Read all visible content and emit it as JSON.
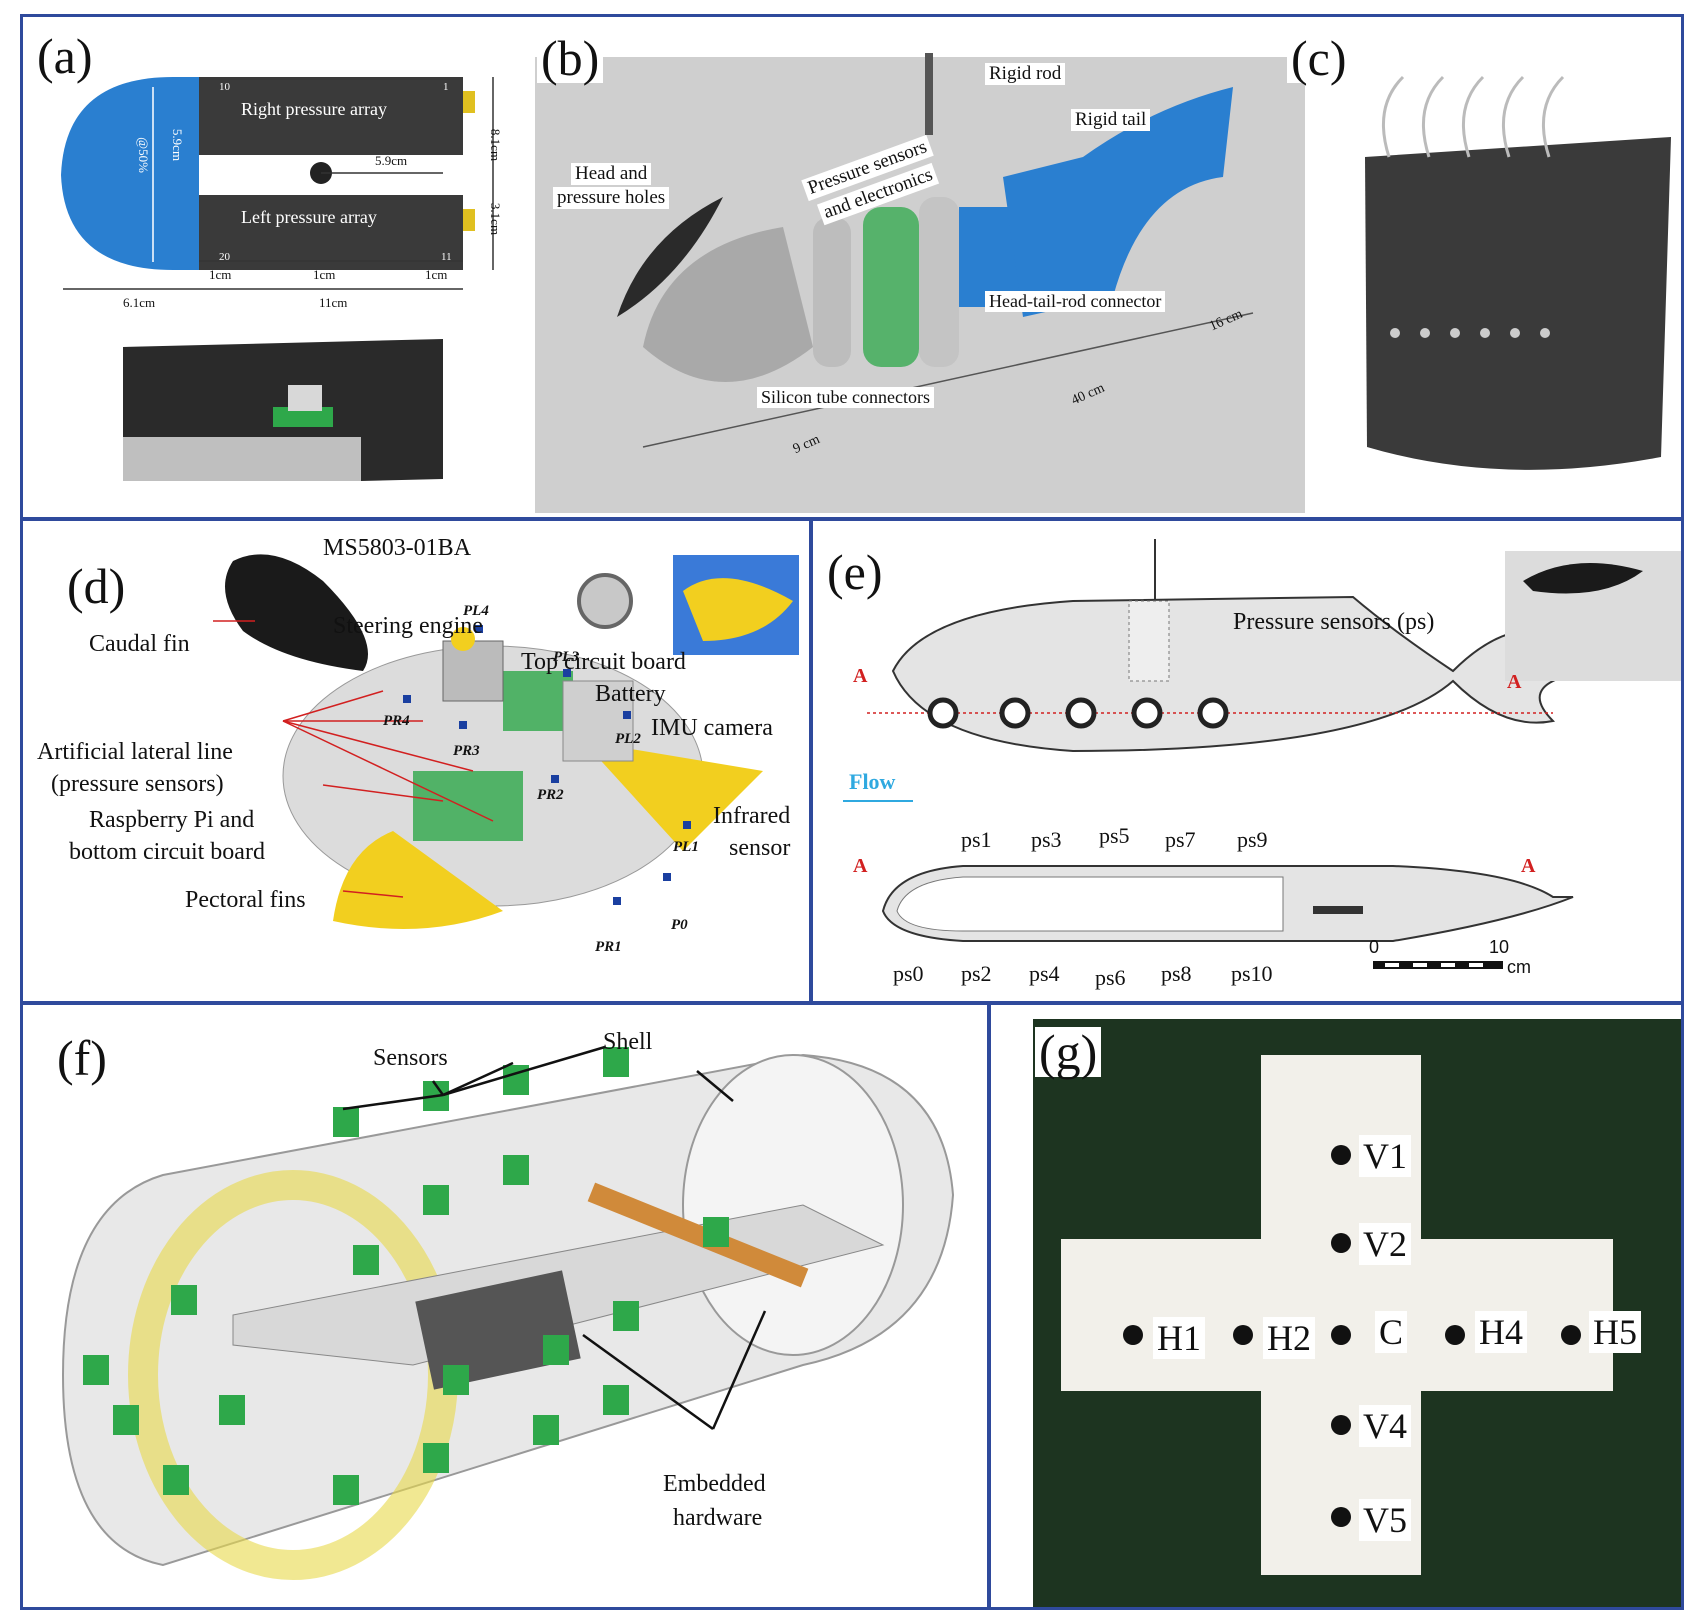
{
  "panels": {
    "a": {
      "label": "(a)",
      "right_array": "Right pressure array",
      "left_array": "Left pressure array",
      "dim_59": "5.9cm",
      "dim_59b": "@50%",
      "dim_59c": "5.9cm",
      "dim_81": "8.1cm",
      "dim_31": "3.1cm",
      "dim_1a": "1cm",
      "dim_1b": "1cm",
      "dim_1c": "1cm",
      "dim_61": "6.1cm",
      "dim_11": "11cm",
      "n10": "10",
      "n1": "1",
      "n20": "20",
      "n11": "11"
    },
    "b": {
      "label": "(b)",
      "rigid_rod": "Rigid rod",
      "rigid_tail": "Rigid tail",
      "head": "Head and",
      "head2": "pressure holes",
      "pressure": "Pressure sensors",
      "pressure2": "and electronics",
      "connector": "Head-tail-rod connector",
      "silicon": "Silicon tube connectors",
      "d16": "16 cm",
      "d40": "40 cm",
      "d9": "9 cm"
    },
    "c": {
      "label": "(c)"
    },
    "d": {
      "label": "(d)",
      "ms": "MS5803-01BA",
      "steering": "Steering engine",
      "caudal": "Caudal fin",
      "top_board": "Top circuit board",
      "battery": "Battery",
      "imu": "IMU camera",
      "lateral1": "Artificial lateral line",
      "lateral2": "(pressure sensors)",
      "rpi1": "Raspberry Pi and",
      "rpi2": "bottom circuit board",
      "infrared1": "Infrared",
      "infrared2": "sensor",
      "pectoral": "Pectoral fins",
      "pl4": "PL4",
      "pl3": "PL3",
      "pl2": "PL2",
      "pl1": "PL1",
      "pr4": "PR4",
      "pr3": "PR3",
      "pr2": "PR2",
      "pr1": "PR1",
      "p0": "P0"
    },
    "e": {
      "label": "(e)",
      "ps": "Pressure sensors (ps)",
      "flow": "Flow",
      "a1": "A",
      "a2": "A",
      "a3": "A",
      "a4": "A",
      "top": [
        "ps1",
        "ps3",
        "ps5",
        "ps7",
        "ps9"
      ],
      "bottom": [
        "ps0",
        "ps2",
        "ps4",
        "ps6",
        "ps8",
        "ps10"
      ],
      "s0": "0",
      "s10": "10",
      "scm": "cm"
    },
    "f": {
      "label": "(f)",
      "sensors": "Sensors",
      "shell": "Shell",
      "emb1": "Embedded",
      "emb2": "hardware"
    },
    "g": {
      "label": "(g)",
      "points": [
        "V1",
        "V2",
        "H1",
        "H2",
        "C",
        "H4",
        "H5",
        "V4",
        "V5"
      ]
    }
  },
  "colors": {
    "border": "#2f4a9c",
    "blue_part": "#2a7fd0",
    "yellow": "#f2cf1f",
    "green": "#2ea84a",
    "board": "#1d3420",
    "flow": "#2fa9e0",
    "red": "#d22020"
  }
}
